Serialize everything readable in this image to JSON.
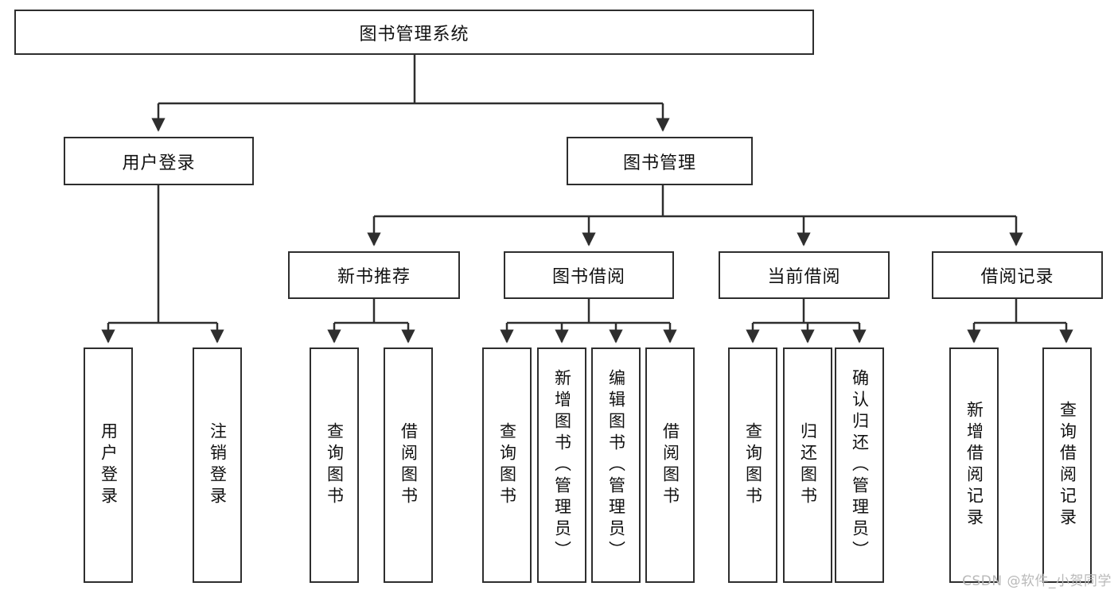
{
  "diagram": {
    "type": "hierarchy-tree",
    "title": "图书管理系统",
    "watermark": "CSDN @软件_小贺同学",
    "colors": {
      "box_border": "#2e2e2e",
      "box_fill": "#ffffff",
      "edge": "#2e2e2e",
      "text": "#111111",
      "watermark": "#b9b9b9"
    },
    "levels": {
      "root": {
        "label": "图书管理系统"
      },
      "level2": [
        {
          "id": "login",
          "label": "用户登录"
        },
        {
          "id": "bookmgmt",
          "label": "图书管理"
        }
      ],
      "level3": [
        {
          "id": "newbook",
          "label": "新书推荐",
          "parent": "bookmgmt"
        },
        {
          "id": "borrow",
          "label": "图书借阅",
          "parent": "bookmgmt"
        },
        {
          "id": "current",
          "label": "当前借阅",
          "parent": "bookmgmt"
        },
        {
          "id": "records",
          "label": "借阅记录",
          "parent": "bookmgmt"
        }
      ],
      "leaves": [
        {
          "id": "leaf-login-1",
          "label": "用户登录",
          "parent": "login"
        },
        {
          "id": "leaf-login-2",
          "label": "注销登录",
          "parent": "login"
        },
        {
          "id": "leaf-new-1",
          "label": "查询图书",
          "parent": "newbook"
        },
        {
          "id": "leaf-new-2",
          "label": "借阅图书",
          "parent": "newbook"
        },
        {
          "id": "leaf-borrow-1",
          "label": "查询图书",
          "parent": "borrow"
        },
        {
          "id": "leaf-borrow-2",
          "label": "新增图书（管理员）",
          "parent": "borrow"
        },
        {
          "id": "leaf-borrow-3",
          "label": "编辑图书（管理员）",
          "parent": "borrow"
        },
        {
          "id": "leaf-borrow-4",
          "label": "借阅图书",
          "parent": "borrow"
        },
        {
          "id": "leaf-cur-1",
          "label": "查询图书",
          "parent": "current"
        },
        {
          "id": "leaf-cur-2",
          "label": "归还图书",
          "parent": "current"
        },
        {
          "id": "leaf-cur-3",
          "label": "确认归还（管理员）",
          "parent": "current"
        },
        {
          "id": "leaf-rec-1",
          "label": "新增借阅记录",
          "parent": "records"
        },
        {
          "id": "leaf-rec-2",
          "label": "查询借阅记录",
          "parent": "records"
        }
      ]
    }
  }
}
